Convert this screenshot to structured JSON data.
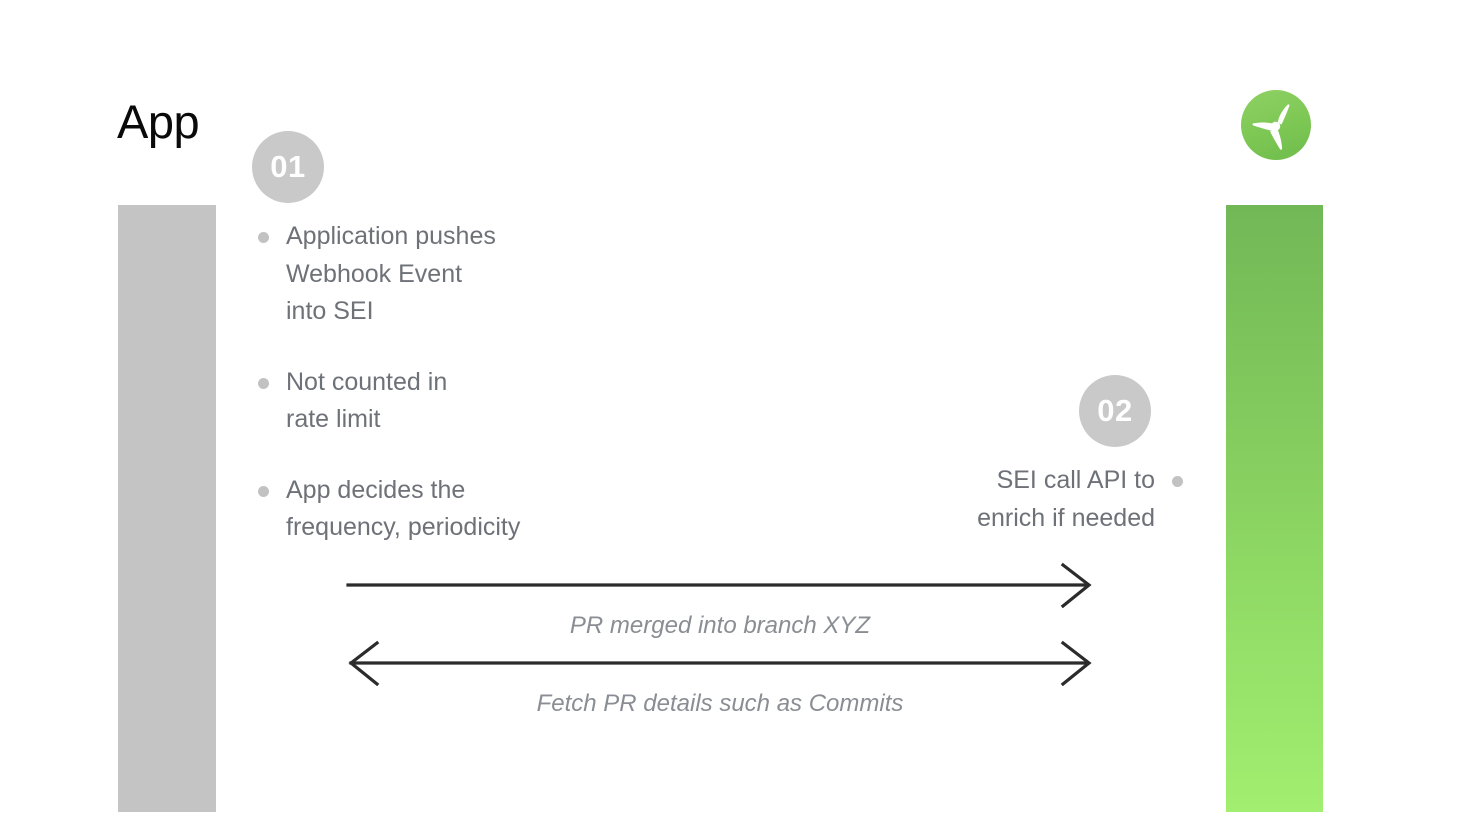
{
  "diagram": {
    "title": "App",
    "brand_logo_name": "harness-propeller-logo",
    "logo_color": "#84cf5c",
    "lanes": [
      {
        "id": "app-lane",
        "side": "left",
        "color": "#c4c4c4"
      },
      {
        "id": "harness-lane",
        "side": "right",
        "color_top": "#72b857",
        "color_bottom": "#a2ee70"
      }
    ],
    "steps": [
      {
        "badge": "01",
        "side": "left",
        "bullets": [
          "Application pushes\nWebhook Event\ninto SEI",
          "Not counted in\nrate limit",
          "App decides the\nfrequency, periodicity"
        ]
      },
      {
        "badge": "02",
        "side": "right",
        "bullets": [
          "SEI call API to\nenrich if needed"
        ]
      }
    ],
    "arrows": [
      {
        "label": "PR merged into branch XYZ",
        "direction": "right",
        "color": "#2b2b2b"
      },
      {
        "label": "Fetch PR details such as Commits",
        "direction": "both",
        "color": "#2b2b2b"
      }
    ]
  }
}
